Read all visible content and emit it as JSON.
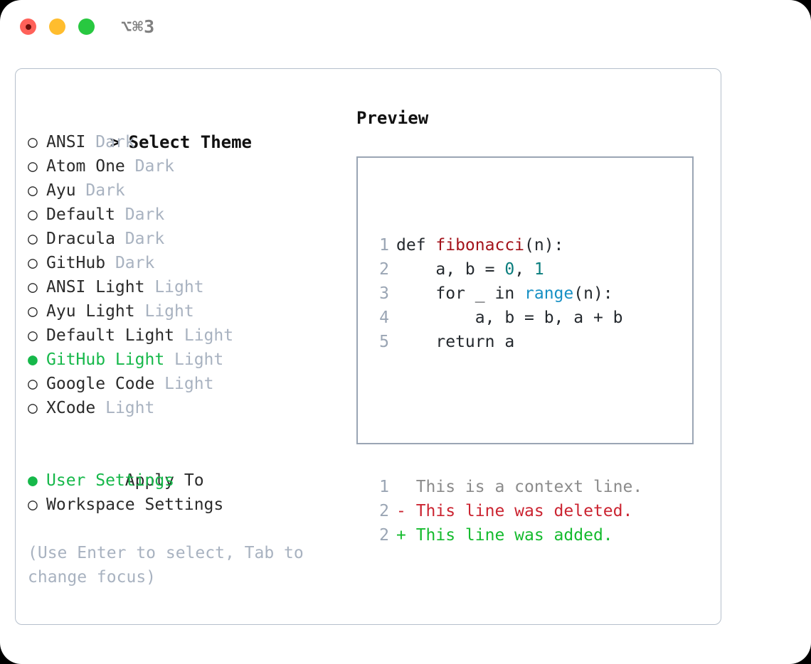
{
  "titlebar": {
    "shortcut": "⌥⌘3",
    "buttons": [
      {
        "name": "close",
        "color": "#ff6159"
      },
      {
        "name": "minimize",
        "color": "#ffbd2e"
      },
      {
        "name": "maximize",
        "color": "#28c840"
      }
    ]
  },
  "theme_picker": {
    "header_marker": ">",
    "header": "Select Theme",
    "marker_unselected": "○",
    "marker_selected": "●",
    "items": [
      {
        "label": "ANSI",
        "badge": "Dark",
        "selected": false
      },
      {
        "label": "Atom One",
        "badge": "Dark",
        "selected": false
      },
      {
        "label": "Ayu",
        "badge": "Dark",
        "selected": false
      },
      {
        "label": "Default",
        "badge": "Dark",
        "selected": false
      },
      {
        "label": "Dracula",
        "badge": "Dark",
        "selected": false
      },
      {
        "label": "GitHub",
        "badge": "Dark",
        "selected": false
      },
      {
        "label": "ANSI Light",
        "badge": "Light",
        "selected": false
      },
      {
        "label": "Ayu Light",
        "badge": "Light",
        "selected": false
      },
      {
        "label": "Default Light",
        "badge": "Light",
        "selected": false
      },
      {
        "label": "GitHub Light",
        "badge": "Light",
        "selected": true
      },
      {
        "label": "Google Code",
        "badge": "Light",
        "selected": false
      },
      {
        "label": "XCode",
        "badge": "Light",
        "selected": false
      }
    ]
  },
  "apply_to": {
    "header": "Apply To",
    "items": [
      {
        "label": "User Settings",
        "selected": true
      },
      {
        "label": "Workspace Settings",
        "selected": false
      }
    ]
  },
  "hint": "(Use Enter to select, Tab to change focus)",
  "preview": {
    "title": "Preview",
    "code_lines": [
      {
        "num": "1",
        "tokens": [
          {
            "t": "def ",
            "c": "plain"
          },
          {
            "t": "fibonacci",
            "c": "fn"
          },
          {
            "t": "(n):",
            "c": "plain"
          }
        ]
      },
      {
        "num": "2",
        "tokens": [
          {
            "t": "    a, b = ",
            "c": "plain"
          },
          {
            "t": "0",
            "c": "num"
          },
          {
            "t": ", ",
            "c": "plain"
          },
          {
            "t": "1",
            "c": "num"
          }
        ]
      },
      {
        "num": "3",
        "tokens": [
          {
            "t": "    for _ in ",
            "c": "plain"
          },
          {
            "t": "range",
            "c": "blue"
          },
          {
            "t": "(n):",
            "c": "plain"
          }
        ]
      },
      {
        "num": "4",
        "tokens": [
          {
            "t": "        a, b = b, a + b",
            "c": "plain"
          }
        ]
      },
      {
        "num": "5",
        "tokens": [
          {
            "t": "    return a",
            "c": "plain"
          }
        ]
      }
    ],
    "diff_lines": [
      {
        "num": "1",
        "text": "  This is a context line.",
        "kind": "ctx"
      },
      {
        "num": "2",
        "text": "- This line was deleted.",
        "kind": "del"
      },
      {
        "num": "2",
        "text": "+ This line was added.",
        "kind": "add"
      }
    ]
  },
  "colors": {
    "accent_green": "#16b84a",
    "badge_grey": "#a8b2c0",
    "panel_border": "#b6c0cc",
    "preview_border": "#9aa5b4"
  }
}
